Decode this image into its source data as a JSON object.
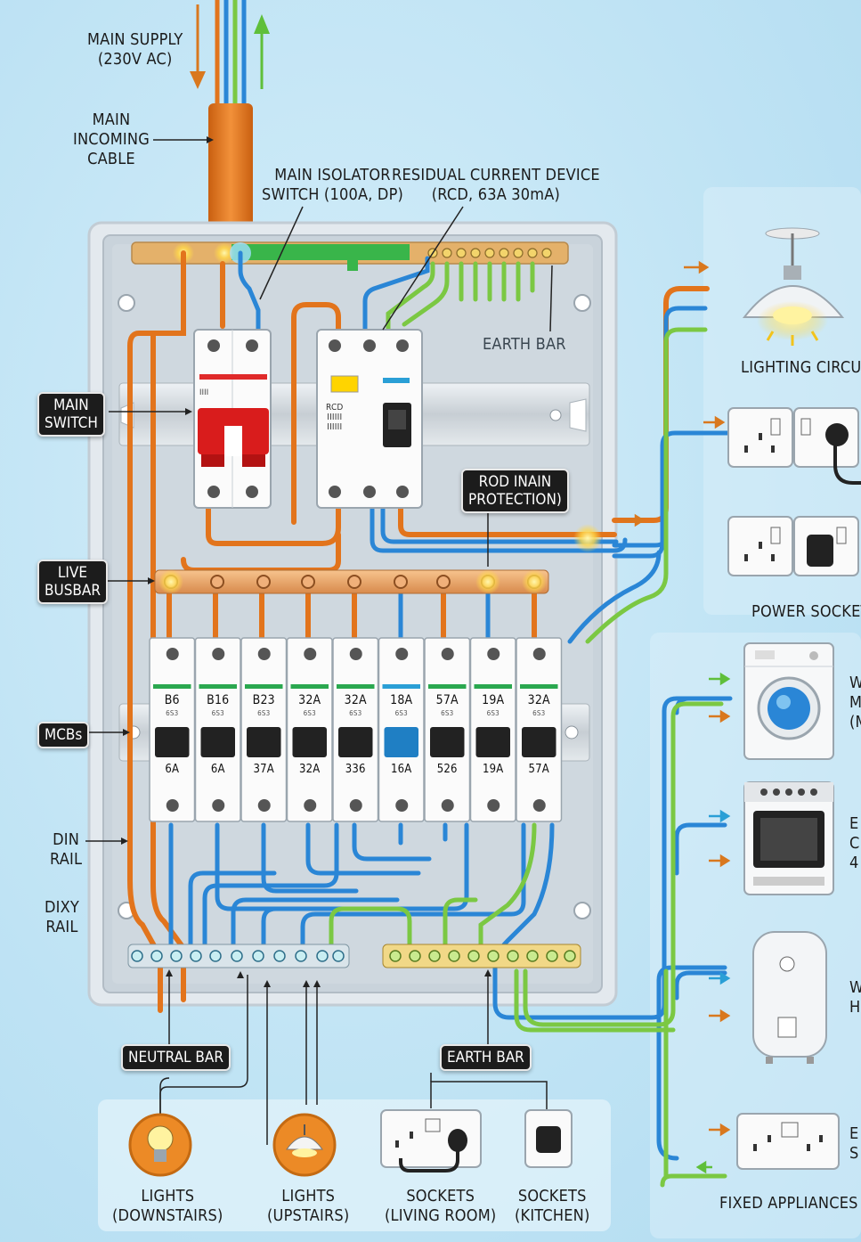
{
  "labels": {
    "main_supply": [
      "MAIN SUPPLY",
      "(230V AC)"
    ],
    "main_incoming_cable": [
      "MAIN",
      "INCOMING",
      "CABLE"
    ],
    "main_isolator": [
      "MAIN ISOLATOR",
      "SWITCH (100A, DP)"
    ],
    "rcd": [
      "RESIDUAL CURRENT DEVICE",
      "(RCD, 63A 30mA)"
    ],
    "earth_bar_top": "EARTH BAR",
    "din_rail": [
      "DIN",
      "RAIL"
    ],
    "dixy_rail": [
      "DIXY",
      "RAIL"
    ],
    "lighting_circuit": "LIGHTING CIRCU",
    "power_sockets": "POWER SOCKET",
    "fixed_appliances": "FIXED APPLIANCES"
  },
  "tags": {
    "main_switch": [
      "MAIN",
      "SWITCH"
    ],
    "rod_protection": [
      "ROD INAIN",
      "PROTECTION)"
    ],
    "live_busbar": [
      "LIVE",
      "BUSBAR"
    ],
    "mcbs": "MCBs",
    "neutral_bar": "NEUTRAL BAR",
    "earth_bar_bottom": "EARTH BAR"
  },
  "main_switch_text": "IIII",
  "rcd_text": [
    "RCD",
    "IIIIII",
    "IIIIII"
  ],
  "mcbs": [
    {
      "top": "B6",
      "sub": "6S3",
      "bottom": "6A",
      "color": "#2aa84f"
    },
    {
      "top": "B16",
      "sub": "6S3",
      "bottom": "6A",
      "color": "#2aa84f"
    },
    {
      "top": "B23",
      "sub": "6S3",
      "bottom": "37A",
      "color": "#2aa84f"
    },
    {
      "top": "32A",
      "sub": "6S3",
      "bottom": "32A",
      "color": "#2aa84f"
    },
    {
      "top": "32A",
      "sub": "6S3",
      "bottom": "336",
      "color": "#2aa84f"
    },
    {
      "top": "18A",
      "sub": "6S3",
      "bottom": "16A",
      "color": "#2a9fd6"
    },
    {
      "top": "57A",
      "sub": "6S3",
      "bottom": "526",
      "color": "#2aa84f"
    },
    {
      "top": "19A",
      "sub": "6S3",
      "bottom": "19A",
      "color": "#2aa84f"
    },
    {
      "top": "32A",
      "sub": "6S3",
      "bottom": "57A",
      "color": "#2aa84f"
    }
  ],
  "right_side_letters": {
    "washing": [
      "W",
      "M",
      "(M"
    ],
    "cooker": [
      "E",
      "C",
      "4"
    ],
    "heater": [
      "W",
      "H"
    ],
    "spur": [
      "E",
      "S"
    ]
  },
  "bottom_loads": [
    {
      "label": [
        "LIGHTS",
        "(DOWNSTAIRS)"
      ],
      "icon": "bulb-icon"
    },
    {
      "label": [
        "LIGHTS",
        "(UPSTAIRS)"
      ],
      "icon": "pendant-lamp-icon"
    },
    {
      "label": [
        "SOCKETS",
        "(LIVING ROOM)"
      ],
      "icon": "double-socket-icon"
    },
    {
      "label": [
        "SOCKETS",
        "(KITCHEN)"
      ],
      "icon": "single-socket-icon"
    }
  ],
  "colors": {
    "live": "#e2741c",
    "neutral": "#2a86d6",
    "earth": "#7bc843",
    "enclosure": "#e9eef2",
    "busbar": "#e7a36a"
  }
}
